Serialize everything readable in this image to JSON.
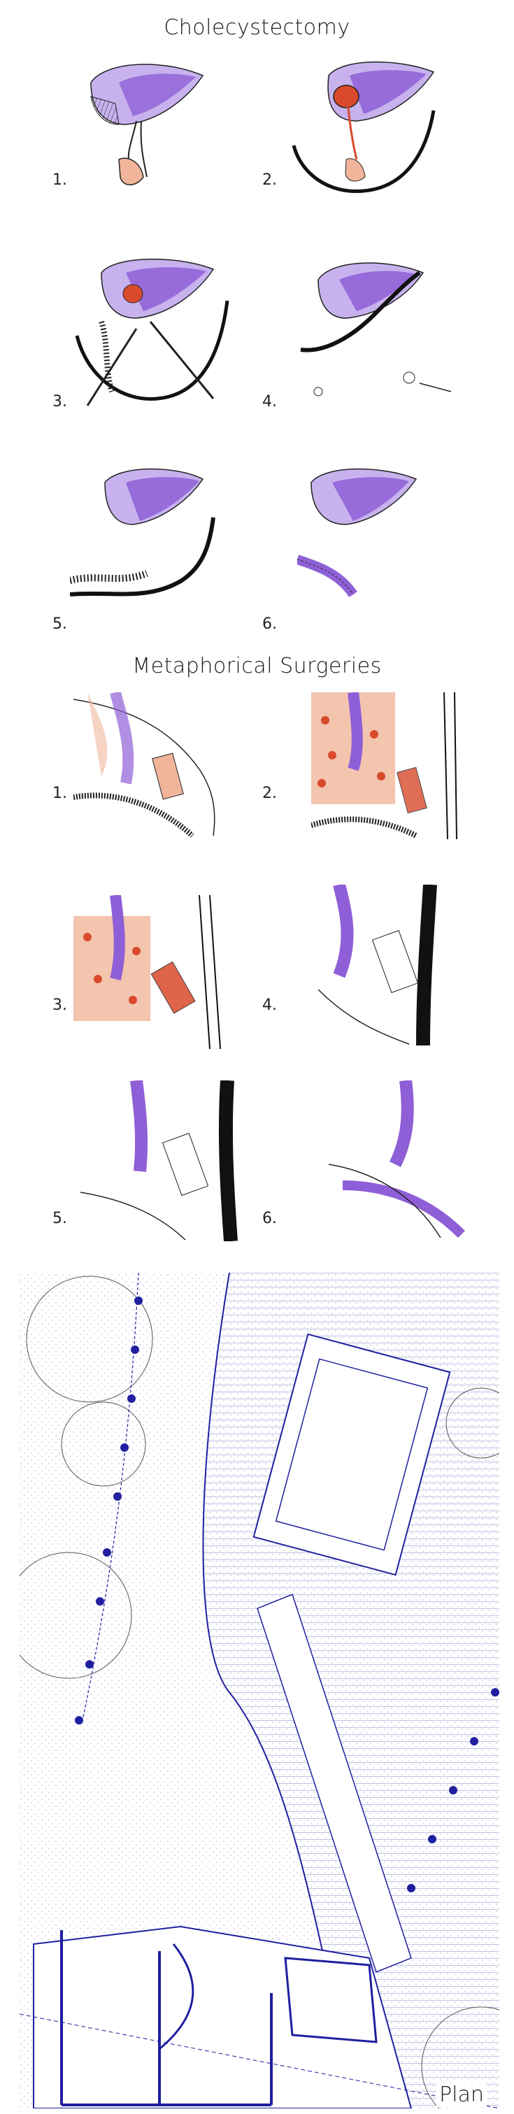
{
  "sections": {
    "cholecystectomy": {
      "title": "Cholecystectomy",
      "steps": [
        "1.",
        "2.",
        "3.",
        "4.",
        "5.",
        "6."
      ]
    },
    "metaphorical": {
      "title": "Metaphorical Surgeries",
      "steps": [
        "1.",
        "2.",
        "3.",
        "4.",
        "5.",
        "6."
      ]
    }
  },
  "plan": {
    "label": "Plan"
  },
  "colors": {
    "liver_purple": "#8e5fd6",
    "liver_light": "#c7b2ee",
    "gallbladder_red": "#d9492b",
    "tissue_peach": "#f0b59a",
    "ink": "#151515",
    "plan_blue": "#1f1fa0"
  }
}
